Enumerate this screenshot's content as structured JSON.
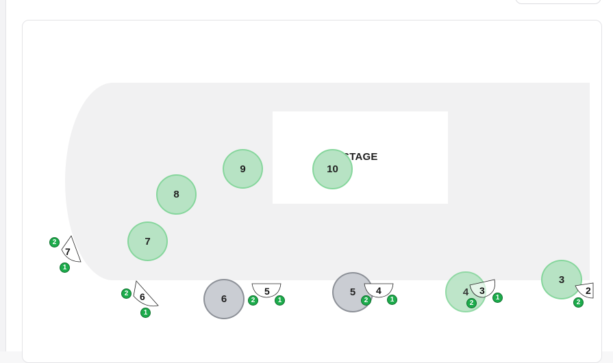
{
  "stage": {
    "label": "STAGE"
  },
  "tables": [
    {
      "label": "10",
      "status": "green"
    },
    {
      "label": "9",
      "status": "green"
    },
    {
      "label": "8",
      "status": "green"
    },
    {
      "label": "7",
      "status": "green"
    },
    {
      "label": "6",
      "status": "gray"
    },
    {
      "label": "5",
      "status": "gray"
    },
    {
      "label": "4",
      "status": "green"
    },
    {
      "label": "3",
      "status": "green"
    }
  ],
  "booths": [
    {
      "label": "7",
      "seats": [
        "2",
        "1"
      ]
    },
    {
      "label": "6",
      "seats": [
        "2",
        "1"
      ]
    },
    {
      "label": "5",
      "seats": [
        "2",
        "1"
      ]
    },
    {
      "label": "4",
      "seats": [
        "2",
        "1"
      ]
    },
    {
      "label": "3",
      "seats": [
        "2",
        "1"
      ]
    },
    {
      "label": "2",
      "seats": [
        "2"
      ]
    }
  ],
  "colors": {
    "table_green_fill": "#b7e3c4",
    "table_green_border": "#86d69c",
    "table_gray_fill": "#cacdd3",
    "seat_fill": "#1cab4b",
    "floor": "#f1f1f2"
  }
}
